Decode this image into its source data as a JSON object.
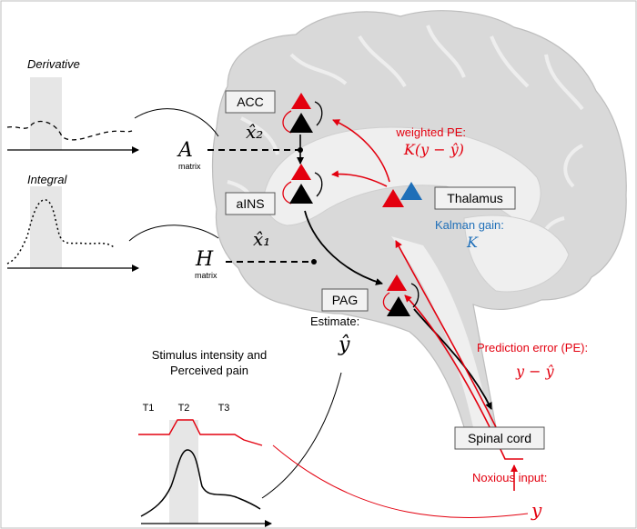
{
  "colors": {
    "red": "#e3000f",
    "blue": "#1f6fb8",
    "black": "#000000",
    "brain": "#d9d9d9",
    "brain_inner": "#efefef",
    "box_fill": "#f2f2f2"
  },
  "regions": {
    "acc": "ACC",
    "ains": "aINS",
    "pag": "PAG",
    "thalamus": "Thalamus",
    "spinal_cord": "Spinal cord"
  },
  "panels": {
    "derivative_title": "Derivative",
    "integral_title": "Integral",
    "stimulus_title_line1": "Stimulus intensity and",
    "stimulus_title_line2": "Perceived pain",
    "t1": "T1",
    "t2": "T2",
    "t3": "T3"
  },
  "math": {
    "x2_hat": "x̂₂",
    "x1_hat": "x̂₁",
    "y_hat": "ŷ",
    "A": "A",
    "A_sub": "matrix",
    "H": "H",
    "H_sub": "matrix",
    "weighted_pe_label": "weighted PE:",
    "weighted_pe_formula": "K(y − ŷ)",
    "kalman_label": "Kalman gain:",
    "kalman_symbol": "K",
    "estimate_label": "Estimate:",
    "pe_label": "Prediction error (PE):",
    "pe_formula": "y − ŷ",
    "noxious_label": "Noxious input:",
    "noxious_symbol": "y"
  }
}
